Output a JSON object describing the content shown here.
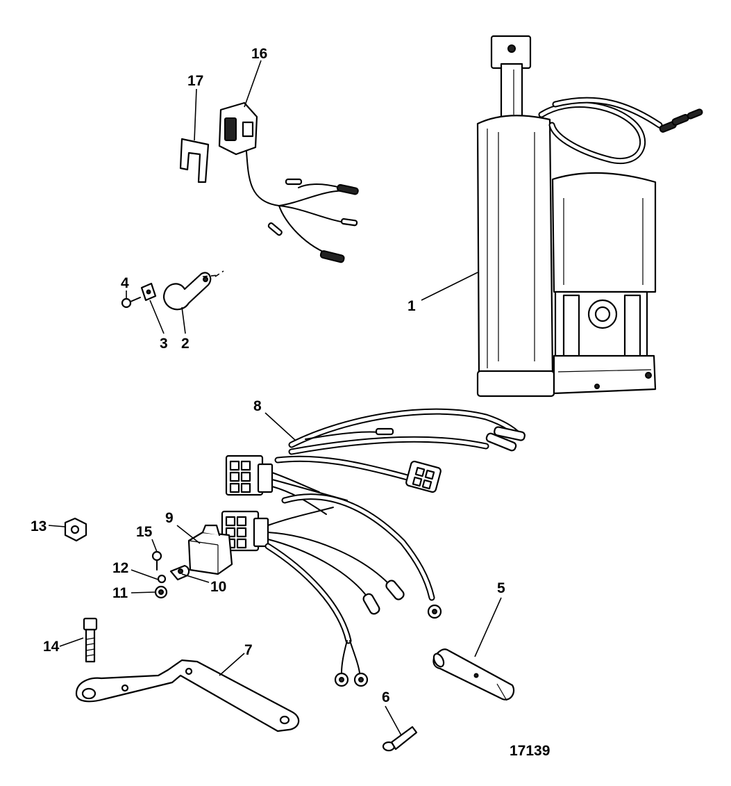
{
  "callouts": [
    {
      "id": "c1",
      "label": "1"
    },
    {
      "id": "c2",
      "label": "2"
    },
    {
      "id": "c3",
      "label": "3"
    },
    {
      "id": "c4",
      "label": "4"
    },
    {
      "id": "c5",
      "label": "5"
    },
    {
      "id": "c6",
      "label": "6"
    },
    {
      "id": "c7",
      "label": "7"
    },
    {
      "id": "c8",
      "label": "8"
    },
    {
      "id": "c9",
      "label": "9"
    },
    {
      "id": "c10",
      "label": "10"
    },
    {
      "id": "c11",
      "label": "11"
    },
    {
      "id": "c12",
      "label": "12"
    },
    {
      "id": "c13",
      "label": "13"
    },
    {
      "id": "c14",
      "label": "14"
    },
    {
      "id": "c15",
      "label": "15"
    },
    {
      "id": "c16",
      "label": "16"
    },
    {
      "id": "c17",
      "label": "17"
    }
  ],
  "figure_number": "17139"
}
